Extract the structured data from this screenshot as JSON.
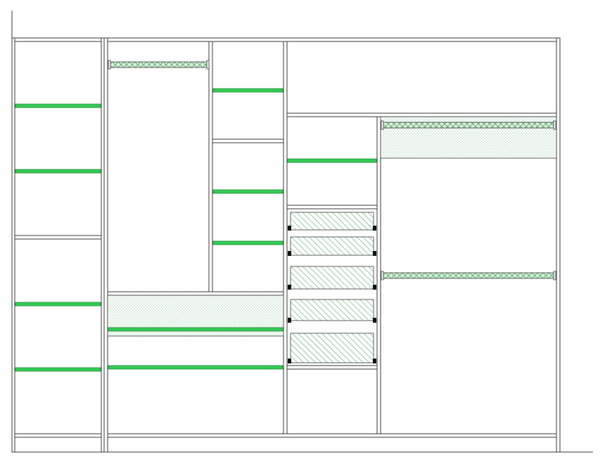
{
  "drawing": {
    "type": "wardrobe-elevation",
    "colors": {
      "line": "#3a3a3a",
      "shelf": "#33cc55",
      "shelf_edge": "#1f8a35",
      "hatch": "#6fb87a",
      "dots": "#7dc48a",
      "rail_fill": "#d8f0dc",
      "background": "#ffffff"
    },
    "sections": [
      {
        "name": "left-shelf-column",
        "shelves": 4,
        "fixed_shelf": true
      },
      {
        "name": "hanging-column-1",
        "rails": 1,
        "dotted_zone": true,
        "shelves": 2
      },
      {
        "name": "narrow-shelf-column",
        "shelves": 3,
        "fixed_shelf": true
      },
      {
        "name": "drawer-column",
        "shelves": 1,
        "drawers": 5
      },
      {
        "name": "hanging-column-2",
        "rails": 2,
        "dotted_zone": true
      }
    ]
  }
}
